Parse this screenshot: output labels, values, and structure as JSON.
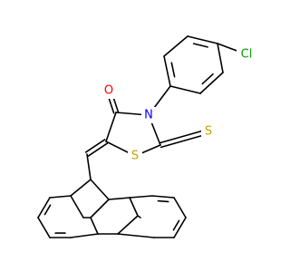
{
  "molecule": {
    "atoms": [
      {
        "id": "O",
        "symbol": "O",
        "color": "#ff0000"
      },
      {
        "id": "N",
        "symbol": "N",
        "color": "#0000ff"
      },
      {
        "id": "S1",
        "symbol": "S",
        "color": "#c8a000"
      },
      {
        "id": "S2",
        "symbol": "S",
        "color": "#c8a000"
      },
      {
        "id": "Cl",
        "symbol": "Cl",
        "color": "#00a000"
      }
    ]
  }
}
